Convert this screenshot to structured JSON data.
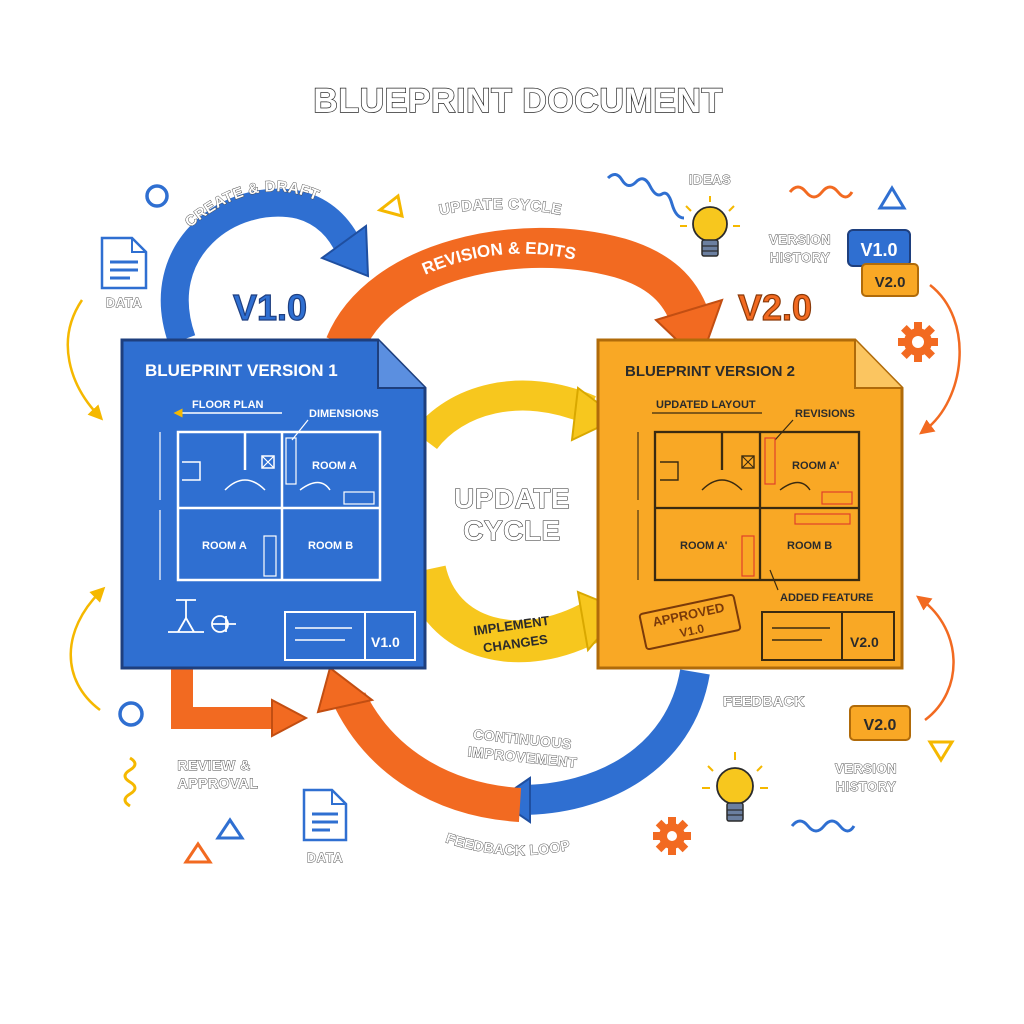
{
  "title": "BLUEPRINT DOCUMENT",
  "colors": {
    "blue": "#2f6fd1",
    "orange": "#f26a21",
    "yellow": "#f7c71e",
    "amber": "#f9a825",
    "ink": "#2b2b2b"
  },
  "cycle_center": {
    "line1": "UPDATE",
    "line2": "CYCLE"
  },
  "arrows": {
    "create_draft": "CREATE & DRAFT",
    "update_cycle": "UPDATE CYCLE",
    "revision_edits": "REVISION & EDITS",
    "implement_1": "IMPLEMENT",
    "implement_2": "CHANGES",
    "continuous_1": "CONTINUOUS",
    "continuous_2": "IMPROVEMENT",
    "feedback_loop": "FEEDBACK LOOP",
    "feedback": "FEEDBACK",
    "review_1": "REVIEW &",
    "review_2": "APPROVAL"
  },
  "side_labels": {
    "data_top": "DATA",
    "data_bottom": "DATA",
    "ideas": "IDEAS",
    "version_history_top_1": "VERSION",
    "version_history_top_2": "HISTORY",
    "version_history_bottom_1": "VERSION",
    "version_history_bottom_2": "HISTORY"
  },
  "version_badges": {
    "v1": "V1.0",
    "v2": "V2.0",
    "v2_small": "V2.0"
  },
  "big_versions": {
    "v1": "V1.0",
    "v2": "V2.0"
  },
  "doc1": {
    "title": "BLUEPRINT VERSION 1",
    "floor_plan": "FLOOR PLAN",
    "dimensions": "DIMENSIONS",
    "room_a_top": "ROOM A",
    "room_a_bottom": "ROOM A",
    "room_b": "ROOM B",
    "version": "V1.0"
  },
  "doc2": {
    "title": "BLUEPRINT VERSION 2",
    "updated_layout": "UPDATED LAYOUT",
    "revisions": "REVISIONS",
    "room_a_top": "ROOM A'",
    "room_a_bottom": "ROOM A'",
    "room_b": "ROOM B",
    "added_feature": "ADDED FEATURE",
    "stamp_1": "APPROVED",
    "stamp_2": "V1.0",
    "version": "V2.0"
  },
  "icons": [
    "document-icon",
    "lightbulb-icon",
    "gear-icon",
    "triangle-icon",
    "circle-icon",
    "squiggle-icon",
    "plumbing-symbol-icon"
  ]
}
